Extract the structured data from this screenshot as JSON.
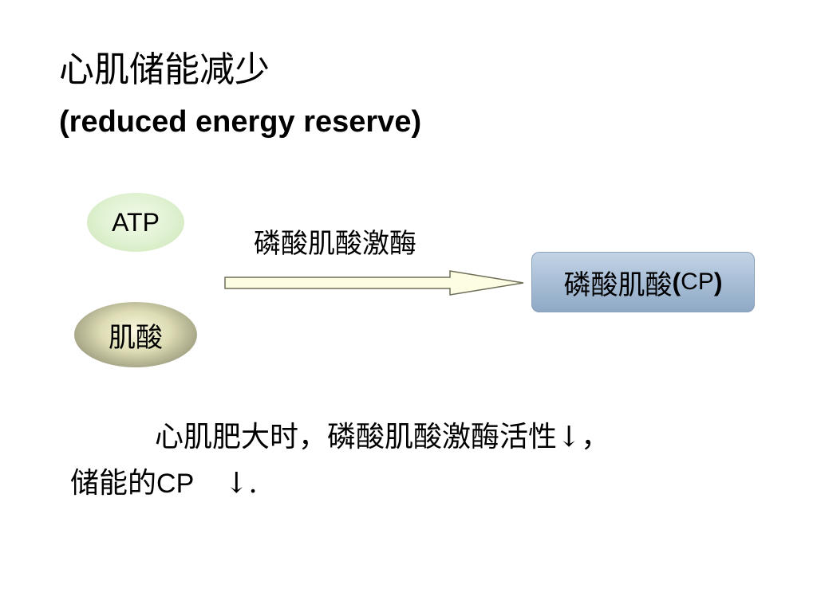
{
  "title": {
    "chinese": "心肌储能减少",
    "english": "(reduced energy reserve)"
  },
  "diagram": {
    "atp_label": "ATP",
    "creatine_label": "肌酸",
    "enzyme_label": "磷酸肌酸激酶",
    "product": {
      "chinese": "磷酸肌酸",
      "open_paren": "(",
      "abbr": "CP",
      "close_paren": ")"
    },
    "colors": {
      "atp_fill": "#dff1d0",
      "creatine_fill": "#9c9b7e",
      "arrow_fill": "#fdfde4",
      "product_fill": "#a8bed6"
    }
  },
  "explanation": {
    "line1": "心肌肥大时，磷酸肌酸激酶活性↓，",
    "line2_prefix": "储能的",
    "line2_abbr": "CP",
    "line2_suffix": "↓."
  }
}
